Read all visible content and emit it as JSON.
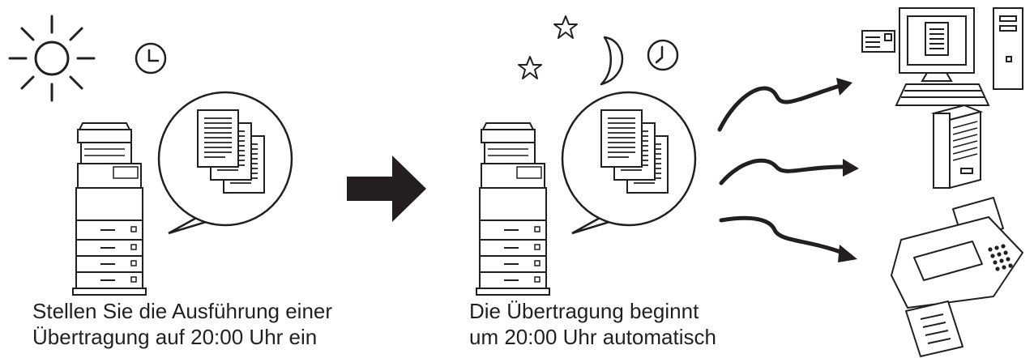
{
  "captions": {
    "left_line1": "Stellen Sie die Ausführung einer",
    "left_line2": "Übertragung auf 20:00 Uhr ein",
    "right_line1": "Die Übertragung beginnt",
    "right_line2": "um 20:00 Uhr automatisch"
  },
  "icons": {
    "day": [
      "sun-icon",
      "clock-icon",
      "printer-icon",
      "documents-icon"
    ],
    "transition": "right-arrow-icon",
    "night": [
      "star-icon",
      "moon-icon",
      "clock-icon",
      "printer-icon",
      "documents-icon"
    ],
    "destinations": [
      "computer-icon",
      "server-icon",
      "fax-icon"
    ]
  },
  "colors": {
    "stroke": "#231f20",
    "fill": "#ffffff",
    "arrow": "#231f20"
  }
}
